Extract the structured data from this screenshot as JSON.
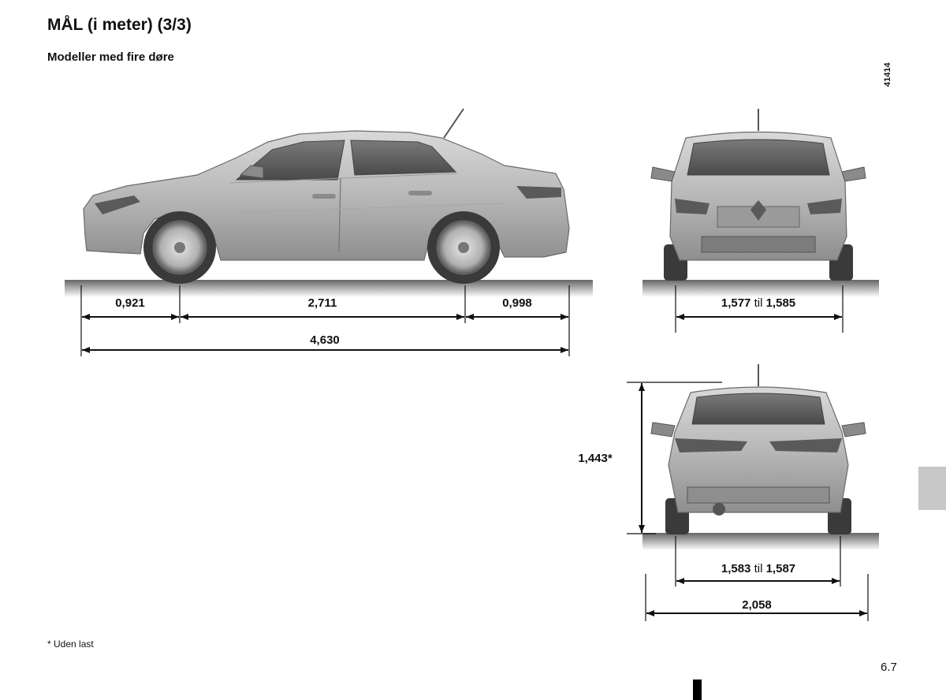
{
  "page": {
    "title": "MÅL (i meter) (3/3)",
    "subtitle": "Modeller med fire døre",
    "image_code": "41414",
    "footnote": "* Uden last",
    "page_number": "6.7"
  },
  "dimensions": {
    "front_overhang": "0,921",
    "wheelbase": "2,711",
    "rear_overhang": "0,998",
    "overall_length": "4,630",
    "front_track_min": "1,577",
    "front_track_sep": "til",
    "front_track_max": "1,585",
    "height": "1,443*",
    "rear_track_min": "1,583",
    "rear_track_sep": "til",
    "rear_track_max": "1,587",
    "width_with_mirrors": "2,058"
  },
  "colors": {
    "car_body": "#bdbdbd",
    "car_dark": "#6e6e6e",
    "glass": "#5a5a5a",
    "tab": "#c8c8c8"
  }
}
